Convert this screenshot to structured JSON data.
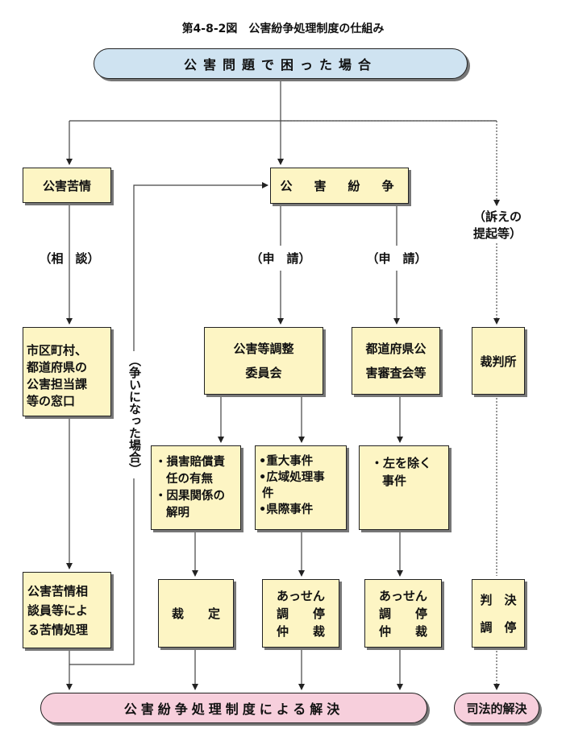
{
  "figure_title": "第4-8-2図　公害紛争処理制度の仕組み",
  "top": {
    "label": "公害問題で困った場合"
  },
  "complaint": {
    "title": "公害苦情",
    "consult": "（相　談）",
    "office": [
      "市区町村、",
      "都道府県の",
      "公害担当課",
      "等の窓口"
    ],
    "handling": [
      "公害苦情相",
      "談員等によ",
      "る苦情処理"
    ]
  },
  "dispute_note": "（争いになった場合）",
  "dispute": {
    "title": "公　害　紛　争",
    "apply_left": "（申　請）",
    "apply_right": "（申　請）",
    "committee": [
      "公害等調整",
      "委員会"
    ],
    "pref_board": [
      "都道府県公",
      "害審査会等"
    ],
    "cases_a": [
      "・損害賠償責",
      "任の有無",
      "・因果関係の",
      "解明"
    ],
    "cases_b": [
      "•重大事件",
      "•広域処理事",
      "件",
      "•県際事件"
    ],
    "cases_c": [
      "・左を除く",
      "事件"
    ],
    "ruling": "裁　　定",
    "means_b": [
      "あっせん",
      "調　　停",
      "仲　　裁"
    ],
    "means_c": [
      "あっせん",
      "調　　停",
      "仲　　裁"
    ]
  },
  "court": {
    "suit": [
      "（訴えの",
      "提起等）"
    ],
    "name": "裁判所",
    "judgment": "判　決",
    "mediation": "調　停"
  },
  "bottom": {
    "label": "公害紛争処理制度による解決",
    "judicial": "司法的解決"
  },
  "colors": {
    "box_fill": "#fdf5c4",
    "top_pill": "#cfe3f1",
    "bottom_pill": "#f7cfdc"
  }
}
